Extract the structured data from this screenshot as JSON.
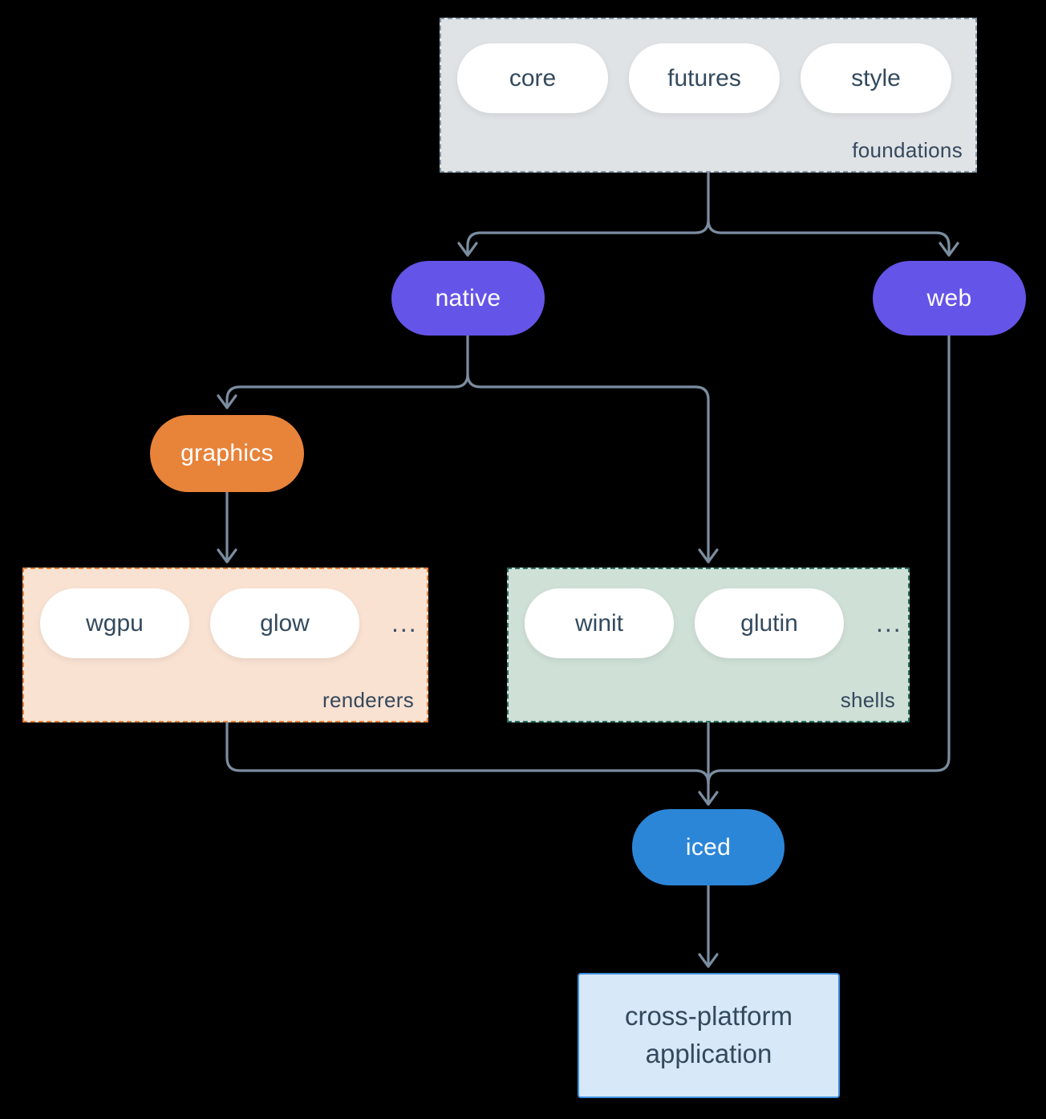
{
  "foundations": {
    "label": "foundations",
    "pills": [
      "core",
      "futures",
      "style"
    ]
  },
  "nodes": {
    "native": "native",
    "web": "web",
    "graphics": "graphics",
    "iced": "iced"
  },
  "renderers": {
    "label": "renderers",
    "pills": [
      "wgpu",
      "glow"
    ],
    "more": "..."
  },
  "shells": {
    "label": "shells",
    "pills": [
      "winit",
      "glutin"
    ],
    "more": "..."
  },
  "application": {
    "label": "cross-platform application"
  },
  "colors": {
    "background": "#000000",
    "connector_line": "#7b8da0",
    "purple_node": "#6554e8",
    "orange_node": "#e8833a",
    "blue_node": "#2c86d8",
    "foundations_fill": "#dfe3e6",
    "foundations_border": "#8496a8",
    "renderers_fill": "#f9e2d2",
    "renderers_border": "#e8823a",
    "shells_fill": "#cfe0d7",
    "shells_border": "#2a6e61",
    "application_fill": "#d7e8f8",
    "application_border": "#3e8ede",
    "dark_text": "#334a5e"
  }
}
